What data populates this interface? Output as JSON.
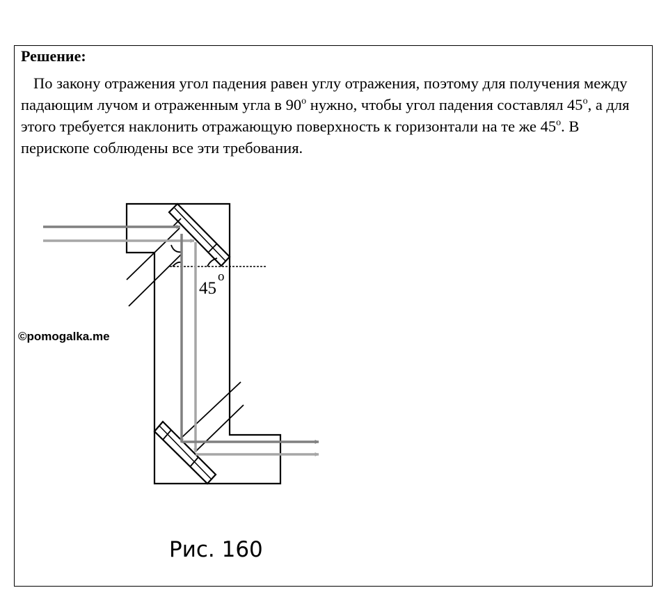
{
  "solution": {
    "heading": "Решение:",
    "text_1": "По закону отражения угол падения равен углу отражения, поэтому для получения между падающим лучом и отраженным угла в 90",
    "text_2": " нужно, чтобы угол падения составлял 45",
    "text_3": ", а для этого требуется наклонить отражающую поверхность к горизонтали на те же 45",
    "text_4": ". В перископе соблюдены все эти требования.",
    "degree_mark": "o"
  },
  "figure": {
    "angle_label": "45",
    "angle_degree": "o",
    "caption": "Рис. 160",
    "colors": {
      "outline": "#000000",
      "ray_dark": "#808080",
      "ray_light": "#a6a6a6"
    }
  },
  "watermark": "©pomogalka.me"
}
